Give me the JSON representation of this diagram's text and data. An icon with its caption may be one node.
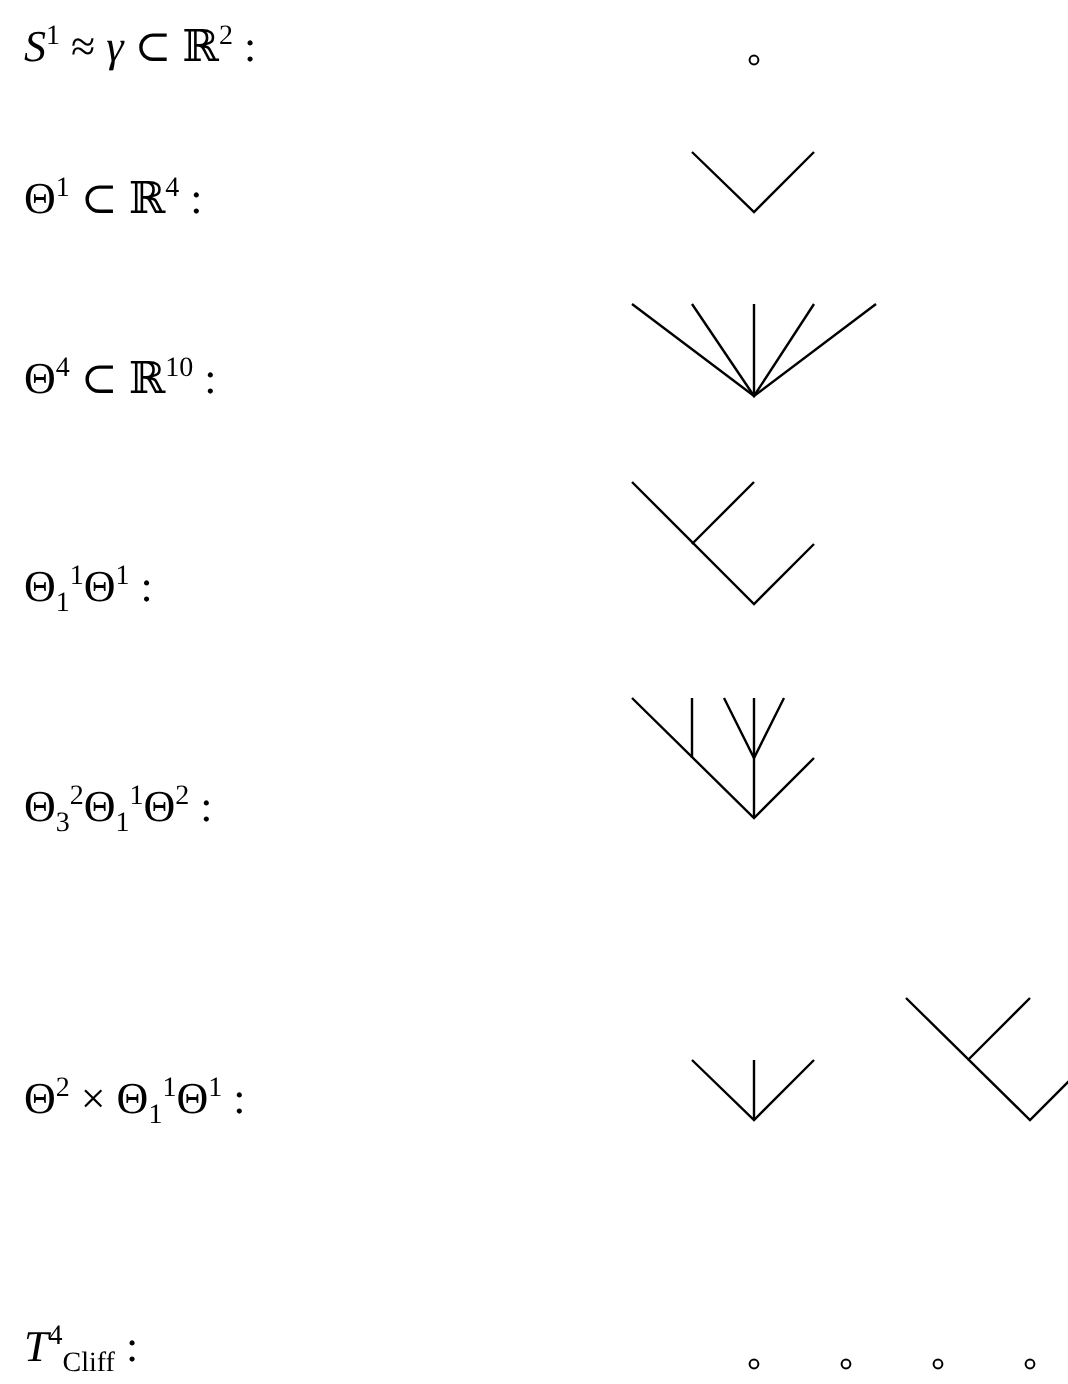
{
  "diagram": {
    "labels": [
      "*S*$^{1}$ ≈ *γ* ⊂ ℝ$^{2}$ :",
      "Θ$^{1}$ ⊂ ℝ$^{4}$ :",
      "Θ$^{4}$ ⊂ ℝ$^{10}$ :",
      "Θ$_{1}$$^{1}$Θ$^{1}$ :",
      "Θ$_{3}$$^{2}$Θ$_{1}$$^{1}$Θ$^{2}$ :",
      "Θ$^{2}$ × Θ$_{1}$$^{1}$Θ$^{1}$ :",
      "*T*$^{4}$$_{Cliff}$ :"
    ]
  }
}
